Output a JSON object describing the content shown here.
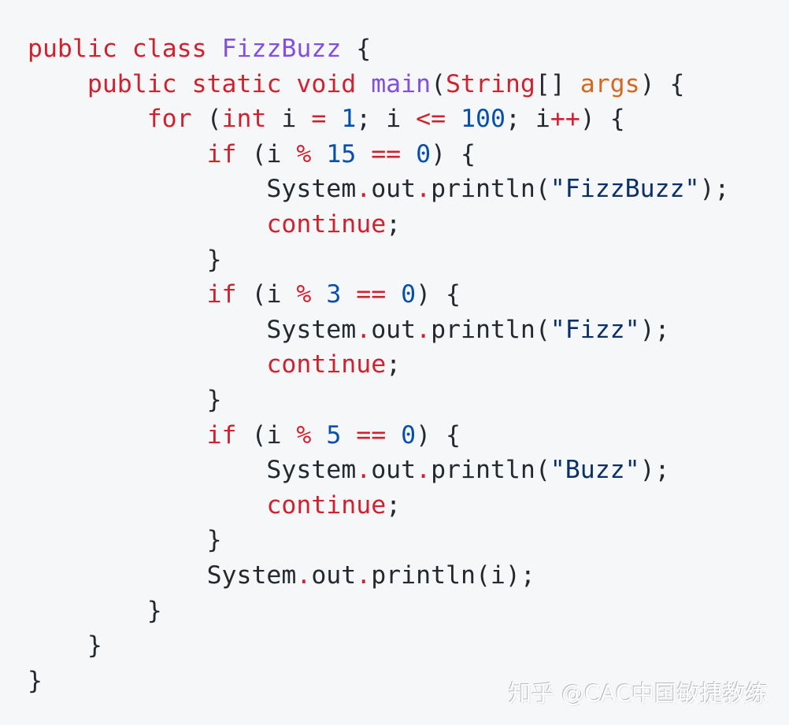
{
  "colors": {
    "background": "#f6f7f9",
    "plain": "#24292f",
    "keyword": "#cf222e",
    "class_name": "#8250df",
    "method_name": "#8250df",
    "parameter": "#d2691e",
    "number": "#0550ae",
    "string": "#0a3069"
  },
  "code": {
    "language": "java",
    "lines": [
      {
        "tokens": [
          {
            "t": "kw",
            "v": "public"
          },
          {
            "t": "plain",
            "v": " "
          },
          {
            "t": "kw",
            "v": "class"
          },
          {
            "t": "plain",
            "v": " "
          },
          {
            "t": "cls",
            "v": "FizzBuzz"
          },
          {
            "t": "plain",
            "v": " {"
          }
        ]
      },
      {
        "tokens": [
          {
            "t": "plain",
            "v": "    "
          },
          {
            "t": "kw",
            "v": "public"
          },
          {
            "t": "plain",
            "v": " "
          },
          {
            "t": "kw",
            "v": "static"
          },
          {
            "t": "plain",
            "v": " "
          },
          {
            "t": "kw",
            "v": "void"
          },
          {
            "t": "plain",
            "v": " "
          },
          {
            "t": "fn",
            "v": "main"
          },
          {
            "t": "plain",
            "v": "("
          },
          {
            "t": "type",
            "v": "String"
          },
          {
            "t": "plain",
            "v": "[] "
          },
          {
            "t": "param",
            "v": "args"
          },
          {
            "t": "plain",
            "v": ") {"
          }
        ]
      },
      {
        "tokens": [
          {
            "t": "plain",
            "v": "        "
          },
          {
            "t": "kw",
            "v": "for"
          },
          {
            "t": "plain",
            "v": " ("
          },
          {
            "t": "kw",
            "v": "int"
          },
          {
            "t": "plain",
            "v": " i "
          },
          {
            "t": "op",
            "v": "="
          },
          {
            "t": "plain",
            "v": " "
          },
          {
            "t": "num",
            "v": "1"
          },
          {
            "t": "plain",
            "v": "; i "
          },
          {
            "t": "op",
            "v": "<="
          },
          {
            "t": "plain",
            "v": " "
          },
          {
            "t": "num",
            "v": "100"
          },
          {
            "t": "plain",
            "v": "; i"
          },
          {
            "t": "op",
            "v": "++"
          },
          {
            "t": "plain",
            "v": ") {"
          }
        ]
      },
      {
        "tokens": [
          {
            "t": "plain",
            "v": "            "
          },
          {
            "t": "kw",
            "v": "if"
          },
          {
            "t": "plain",
            "v": " (i "
          },
          {
            "t": "op",
            "v": "%"
          },
          {
            "t": "plain",
            "v": " "
          },
          {
            "t": "num",
            "v": "15"
          },
          {
            "t": "plain",
            "v": " "
          },
          {
            "t": "op",
            "v": "=="
          },
          {
            "t": "plain",
            "v": " "
          },
          {
            "t": "num",
            "v": "0"
          },
          {
            "t": "plain",
            "v": ") {"
          }
        ]
      },
      {
        "tokens": [
          {
            "t": "plain",
            "v": "                System"
          },
          {
            "t": "dot",
            "v": "."
          },
          {
            "t": "plain",
            "v": "out"
          },
          {
            "t": "dot",
            "v": "."
          },
          {
            "t": "plain",
            "v": "println("
          },
          {
            "t": "str",
            "v": "\"FizzBuzz\""
          },
          {
            "t": "plain",
            "v": ");"
          }
        ]
      },
      {
        "tokens": [
          {
            "t": "plain",
            "v": "                "
          },
          {
            "t": "kw",
            "v": "continue"
          },
          {
            "t": "plain",
            "v": ";"
          }
        ]
      },
      {
        "tokens": [
          {
            "t": "plain",
            "v": "            }"
          }
        ]
      },
      {
        "tokens": [
          {
            "t": "plain",
            "v": "            "
          },
          {
            "t": "kw",
            "v": "if"
          },
          {
            "t": "plain",
            "v": " (i "
          },
          {
            "t": "op",
            "v": "%"
          },
          {
            "t": "plain",
            "v": " "
          },
          {
            "t": "num",
            "v": "3"
          },
          {
            "t": "plain",
            "v": " "
          },
          {
            "t": "op",
            "v": "=="
          },
          {
            "t": "plain",
            "v": " "
          },
          {
            "t": "num",
            "v": "0"
          },
          {
            "t": "plain",
            "v": ") {"
          }
        ]
      },
      {
        "tokens": [
          {
            "t": "plain",
            "v": "                System"
          },
          {
            "t": "dot",
            "v": "."
          },
          {
            "t": "plain",
            "v": "out"
          },
          {
            "t": "dot",
            "v": "."
          },
          {
            "t": "plain",
            "v": "println("
          },
          {
            "t": "str",
            "v": "\"Fizz\""
          },
          {
            "t": "plain",
            "v": ");"
          }
        ]
      },
      {
        "tokens": [
          {
            "t": "plain",
            "v": "                "
          },
          {
            "t": "kw",
            "v": "continue"
          },
          {
            "t": "plain",
            "v": ";"
          }
        ]
      },
      {
        "tokens": [
          {
            "t": "plain",
            "v": "            }"
          }
        ]
      },
      {
        "tokens": [
          {
            "t": "plain",
            "v": "            "
          },
          {
            "t": "kw",
            "v": "if"
          },
          {
            "t": "plain",
            "v": " (i "
          },
          {
            "t": "op",
            "v": "%"
          },
          {
            "t": "plain",
            "v": " "
          },
          {
            "t": "num",
            "v": "5"
          },
          {
            "t": "plain",
            "v": " "
          },
          {
            "t": "op",
            "v": "=="
          },
          {
            "t": "plain",
            "v": " "
          },
          {
            "t": "num",
            "v": "0"
          },
          {
            "t": "plain",
            "v": ") {"
          }
        ]
      },
      {
        "tokens": [
          {
            "t": "plain",
            "v": "                System"
          },
          {
            "t": "dot",
            "v": "."
          },
          {
            "t": "plain",
            "v": "out"
          },
          {
            "t": "dot",
            "v": "."
          },
          {
            "t": "plain",
            "v": "println("
          },
          {
            "t": "str",
            "v": "\"Buzz\""
          },
          {
            "t": "plain",
            "v": ");"
          }
        ]
      },
      {
        "tokens": [
          {
            "t": "plain",
            "v": "                "
          },
          {
            "t": "kw",
            "v": "continue"
          },
          {
            "t": "plain",
            "v": ";"
          }
        ]
      },
      {
        "tokens": [
          {
            "t": "plain",
            "v": "            }"
          }
        ]
      },
      {
        "tokens": [
          {
            "t": "plain",
            "v": "            System"
          },
          {
            "t": "dot",
            "v": "."
          },
          {
            "t": "plain",
            "v": "out"
          },
          {
            "t": "dot",
            "v": "."
          },
          {
            "t": "plain",
            "v": "println(i);"
          }
        ]
      },
      {
        "tokens": [
          {
            "t": "plain",
            "v": "        }"
          }
        ]
      },
      {
        "tokens": [
          {
            "t": "plain",
            "v": "    }"
          }
        ]
      },
      {
        "tokens": [
          {
            "t": "plain",
            "v": "}"
          }
        ]
      }
    ]
  },
  "watermark": {
    "text": "知乎 @CAC中国敏捷教练"
  }
}
